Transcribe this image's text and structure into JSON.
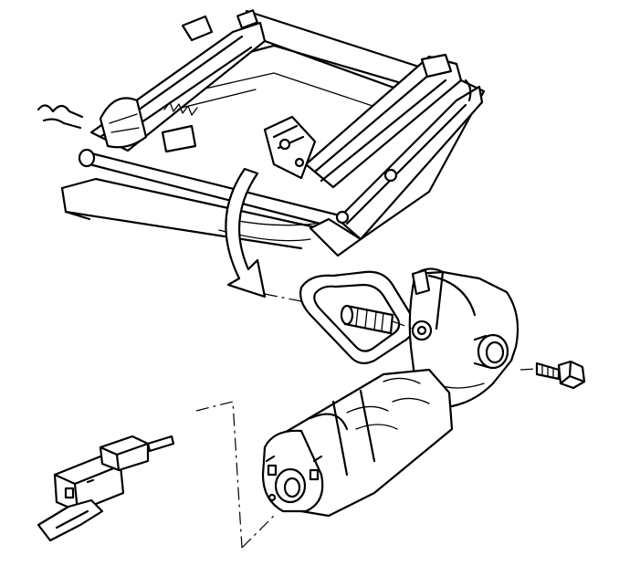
{
  "diagram": {
    "labels": [],
    "parts": [
      "seat-frame",
      "seat-adjuster-track-left",
      "seat-adjuster-track-right",
      "removal-arrow",
      "motor-gasket",
      "drive-shaft",
      "gearbox-housing",
      "motor-assembly",
      "bolt",
      "electrical-connector",
      "wiring-harness"
    ],
    "colors": {
      "line": "#000000",
      "background": "#ffffff"
    }
  }
}
